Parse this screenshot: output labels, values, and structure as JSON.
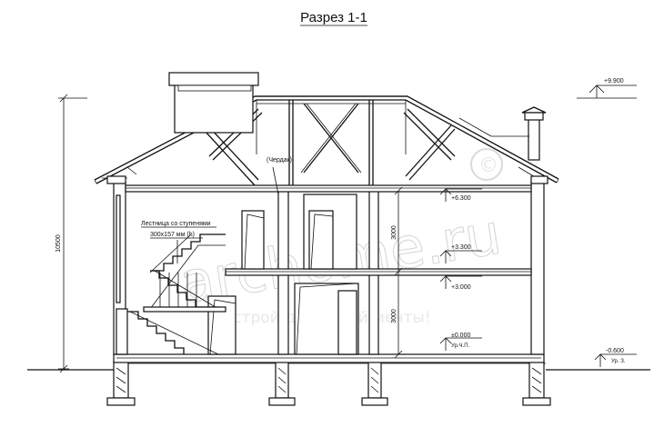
{
  "title": "Разрез 1-1",
  "labels": {
    "attic": "(Чердак)",
    "stair_line1": "Лестница со ступенями",
    "stair_line2": "300х157 мм (h)"
  },
  "dimensions": {
    "overall_height": "10500",
    "floor1_height": "3000",
    "floor2_height": "3000"
  },
  "level_marks": {
    "roof_top": "+9.900",
    "ceiling_2": "+6.300",
    "floor_2_top": "+3.300",
    "floor_2_bottom": "+3.000",
    "floor_1": "±0.000",
    "floor_1_sub": "Ур.Ч.П.",
    "ground": "-0.600",
    "ground_sub": "Ур. З."
  },
  "watermark": {
    "brand": "archome.ru",
    "slogan": "...строй дом своей мечты!",
    "copyright": "©"
  }
}
